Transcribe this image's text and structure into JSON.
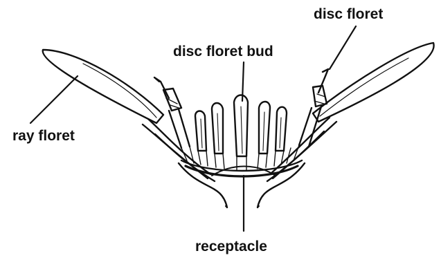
{
  "labels": {
    "disc_floret": "disc floret",
    "disc_floret_bud": "disc floret bud",
    "ray_floret": "ray floret",
    "receptacle": "receptacle"
  },
  "colors": {
    "ink": "#111111",
    "paper": "#ffffff"
  }
}
